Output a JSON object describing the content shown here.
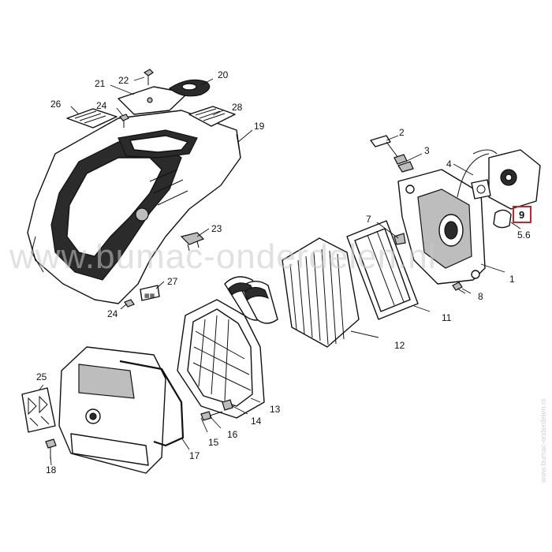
{
  "watermark": "www.bumac-onderdelen.nl",
  "side_watermark": "www.bumac-onderdelen.nl",
  "highlight_color": "#d0202a",
  "labels": {
    "p1": "1",
    "p2": "2",
    "p3": "3",
    "p4": "4",
    "p56": "5.6",
    "p7": "7",
    "p8": "8",
    "p9": "9",
    "p11": "11",
    "p12": "12",
    "p13": "13",
    "p14": "14",
    "p15": "15",
    "p16": "16",
    "p17": "17",
    "p18": "18",
    "p19": "19",
    "p20": "20",
    "p21": "21",
    "p22": "22",
    "p23": "23",
    "p24a": "24",
    "p24b": "24",
    "p25": "25",
    "p26": "26",
    "p27": "27",
    "p28": "28"
  }
}
